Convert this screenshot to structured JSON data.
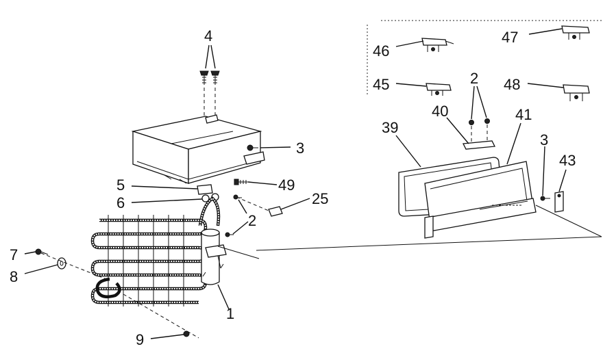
{
  "callouts": {
    "c4": "4",
    "c3": "3",
    "c5": "5",
    "c6": "6",
    "c49": "49",
    "c25": "25",
    "c2a": "2",
    "c7": "7",
    "c8": "8",
    "c1": "1",
    "c9": "9",
    "c46": "46",
    "c47": "47",
    "c45": "45",
    "c48": "48",
    "c2b": "2",
    "c40": "40",
    "c39": "39",
    "c41": "41",
    "c3b": "3",
    "c43": "43"
  }
}
